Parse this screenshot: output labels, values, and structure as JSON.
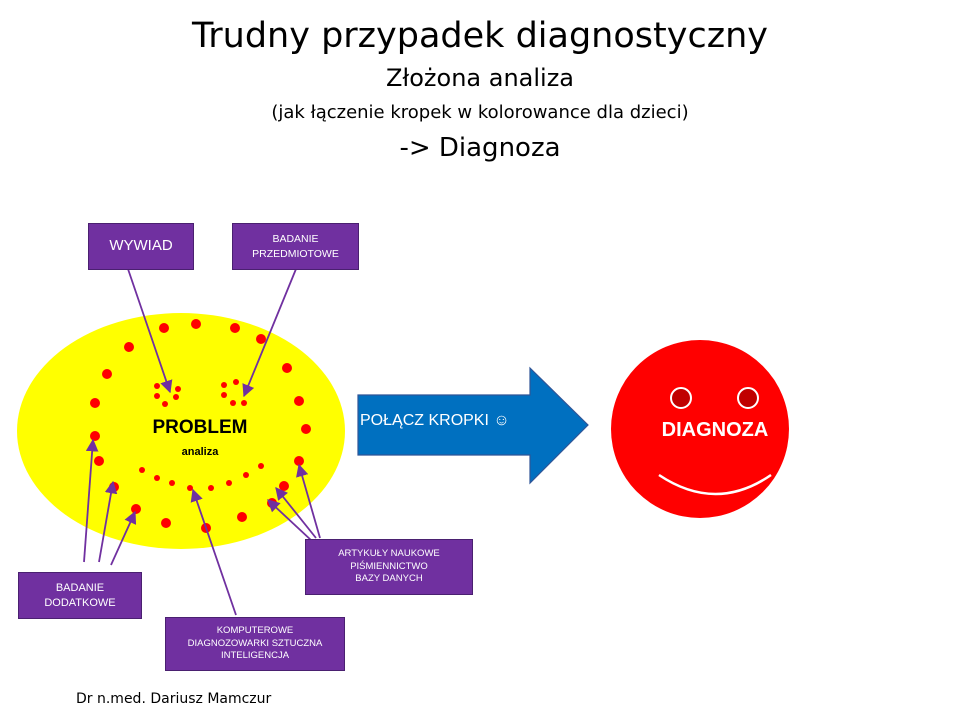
{
  "title": {
    "main": "Trudny przypadek diagnostyczny",
    "subtitle": "Złożona analiza",
    "note": "(jak łączenie kropek w kolorowance dla dzieci)",
    "result": "-> Diagnoza"
  },
  "problem": {
    "label": "PROBLEM",
    "sublabel": "analiza",
    "fill_color": "#ffff00",
    "dot_color": "#ff0000"
  },
  "boxes": {
    "wywiad": "WYWIAD",
    "badanie_przedmiotowe": "BADANIE\nPRZEDMIOTOWE",
    "badanie_dodatkowe": "BADANIE\nDODATKOWE",
    "komputerowe": "KOMPUTEROWE\nDIAGNOZOWARKI SZTUCZNA\nINTELIGENCJA",
    "artykuly": "ARTYKUŁY NAUKOWE\nPIŚMIENNICTWO\nBAZY DANYCH",
    "box_color": "#7030a0"
  },
  "arrow": {
    "label": "POŁĄCZ KROPKI ☺",
    "color": "#0070c0"
  },
  "diagnosis": {
    "label": "DIAGNOZA",
    "face_color": "#ff0000"
  },
  "footer": {
    "author": "Dr n.med. Dariusz Mamczur"
  }
}
